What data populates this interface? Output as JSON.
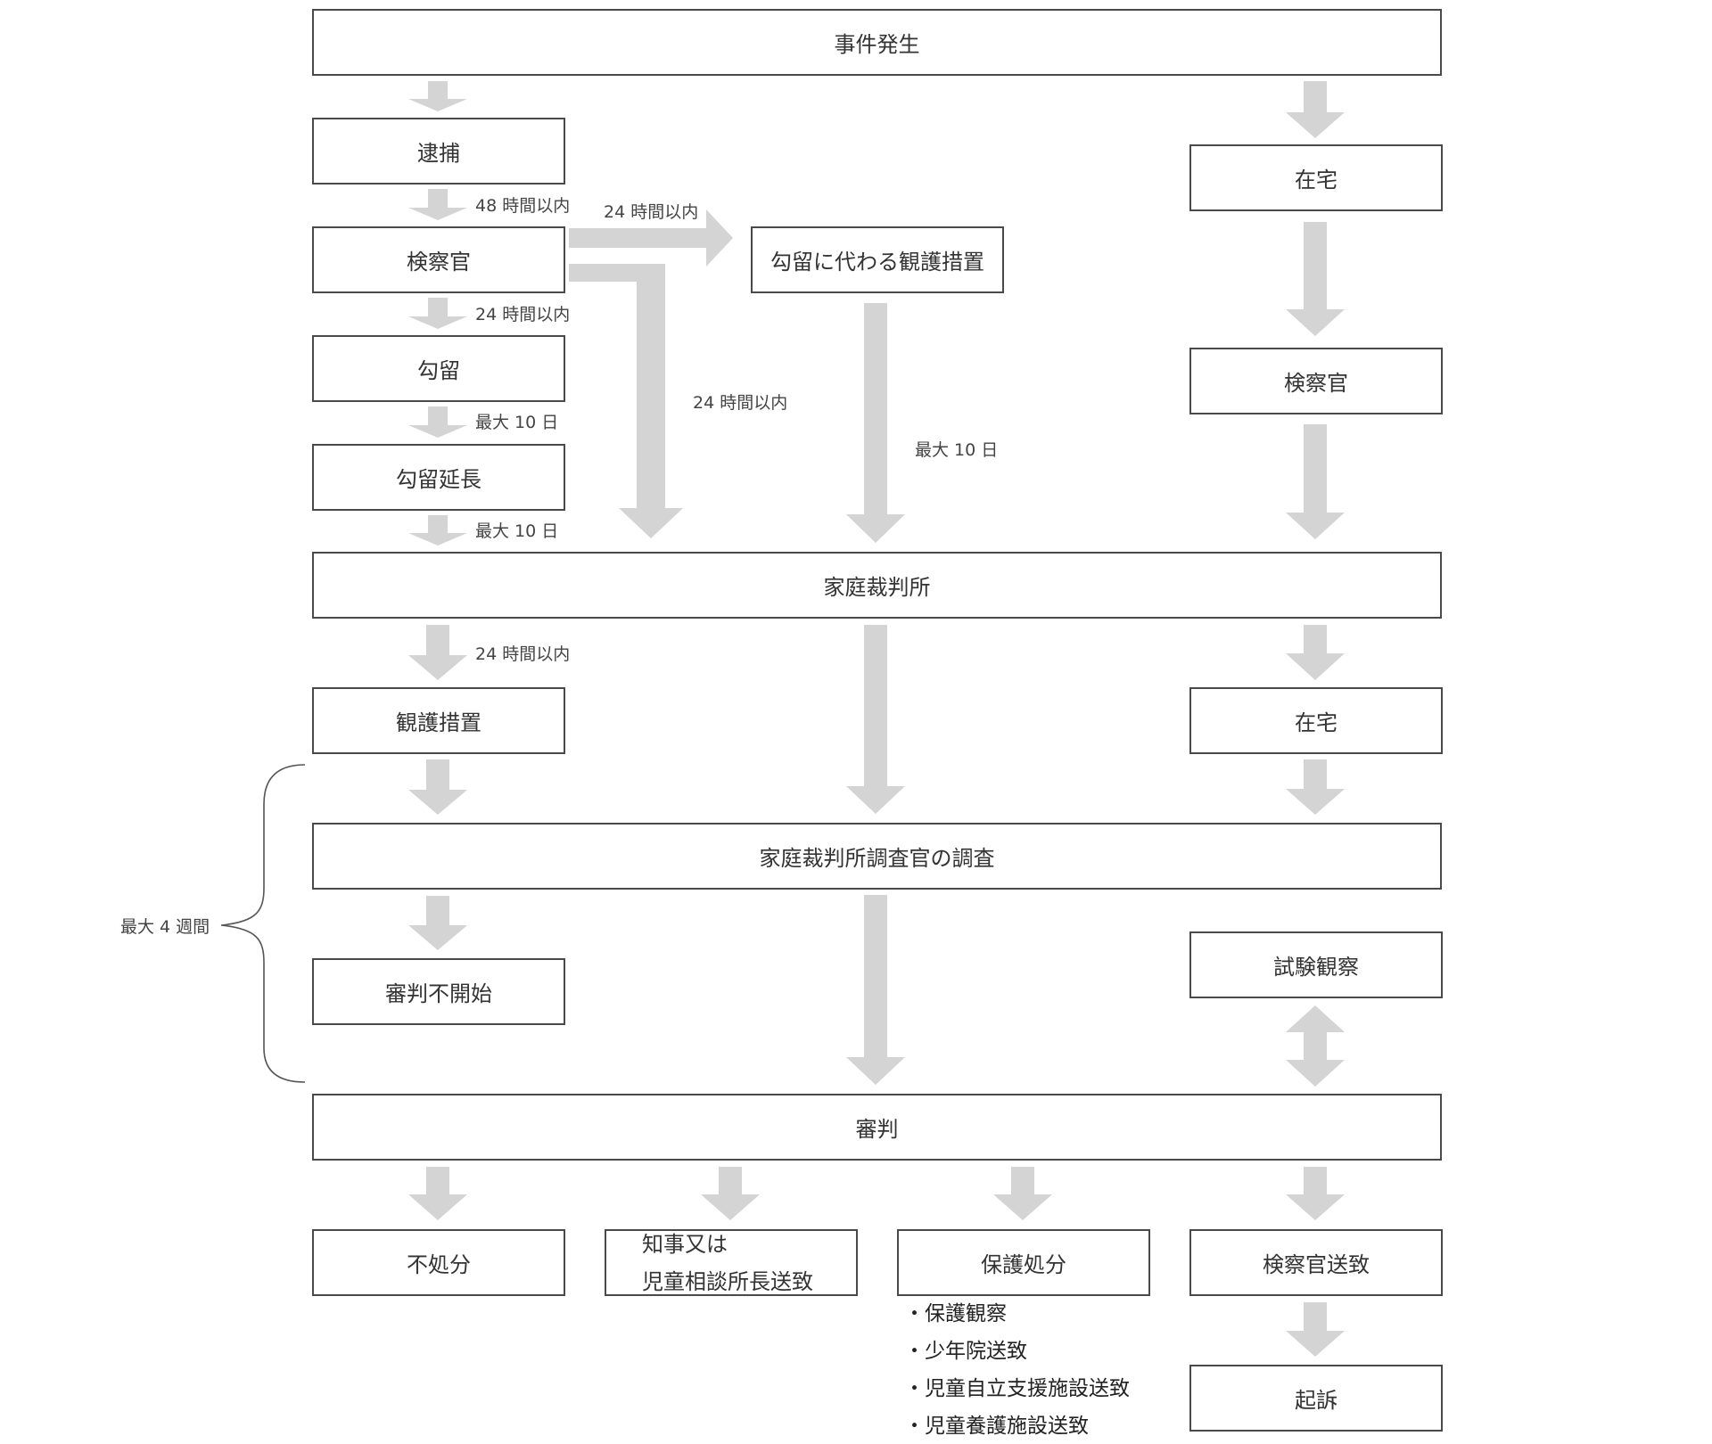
{
  "boxes": {
    "jiken_hassei": "事件発生",
    "taiho": "逮捕",
    "kensatsukan_left": "検察官",
    "koryu": "勾留",
    "koryu_encho": "勾留延長",
    "koryu_kawari": "勾留に代わる観護措置",
    "zaitaku_top": "在宅",
    "kensatsukan_right": "検察官",
    "katei_saibansho": "家庭裁判所",
    "kango_sochi": "観護措置",
    "zaitaku_mid": "在宅",
    "chosakan_chosa": "家庭裁判所調査官の調査",
    "shinpan_fukaishi": "審判不開始",
    "shiken_kansatsu": "試験観察",
    "shinpan": "審判",
    "fushobun": "不処分",
    "chiji_line1": "知事又は",
    "chiji_line2": "児童相談所長送致",
    "hogo_shobun": "保護処分",
    "kensatsukan_soch": "検察官送致",
    "kiso": "起訴"
  },
  "labels": {
    "l48h": "48 時間以内",
    "l24h_a": "24 時間以内",
    "l24h_b": "24 時間以内",
    "l24h_c": "24 時間以内",
    "l24h_d": "24 時間以内",
    "max10_a": "最大 10 日",
    "max10_b": "最大 10 日",
    "max10_c": "最大 10 日",
    "max4w": "最大 4 週間"
  },
  "hogo_list": [
    "・保護観察",
    "・少年院送致",
    "・児童自立支援施設送致",
    "・児童養護施設送致"
  ],
  "colors": {
    "arrow": "#d4d4d4",
    "border": "#4a4a4a",
    "text": "#333333"
  }
}
